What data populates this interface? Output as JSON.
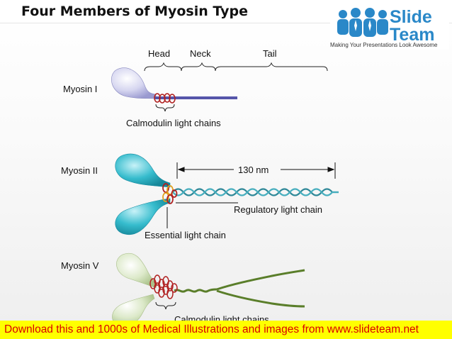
{
  "title": "Four Members of Myosin Type",
  "logo": {
    "word1": "Slide",
    "word2": "Team",
    "tagline": "Making Your Presentations Look Awesome"
  },
  "labels": {
    "head": "Head",
    "neck": "Neck",
    "tail": "Tail",
    "myosin1": "Myosin I",
    "calmodulin1": "Calmodulin light chains",
    "myosin2": "Myosin II",
    "length": "130 nm",
    "regulatory": "Regulatory light chain",
    "essential": "Essential light chain",
    "myosin5": "Myosin V",
    "calmodulin5": "Calmodulin light chains"
  },
  "colors": {
    "myosin1_head": "#c9c9ec",
    "myosin1_tail": "#5555aa",
    "myosin2_head": "#2fb6c9",
    "myosin2_tail": "#3a8f9e",
    "myosin5_head": "#d8e8c2",
    "myosin5_tail": "#5a7e2a",
    "light_chain": "#b02020",
    "essential_chain": "#e0a020",
    "footer_bg": "#ffff00",
    "footer_text": "#d90000"
  },
  "footer": "Download this and 1000s of Medical Illustrations and images from www.slideteam.net"
}
